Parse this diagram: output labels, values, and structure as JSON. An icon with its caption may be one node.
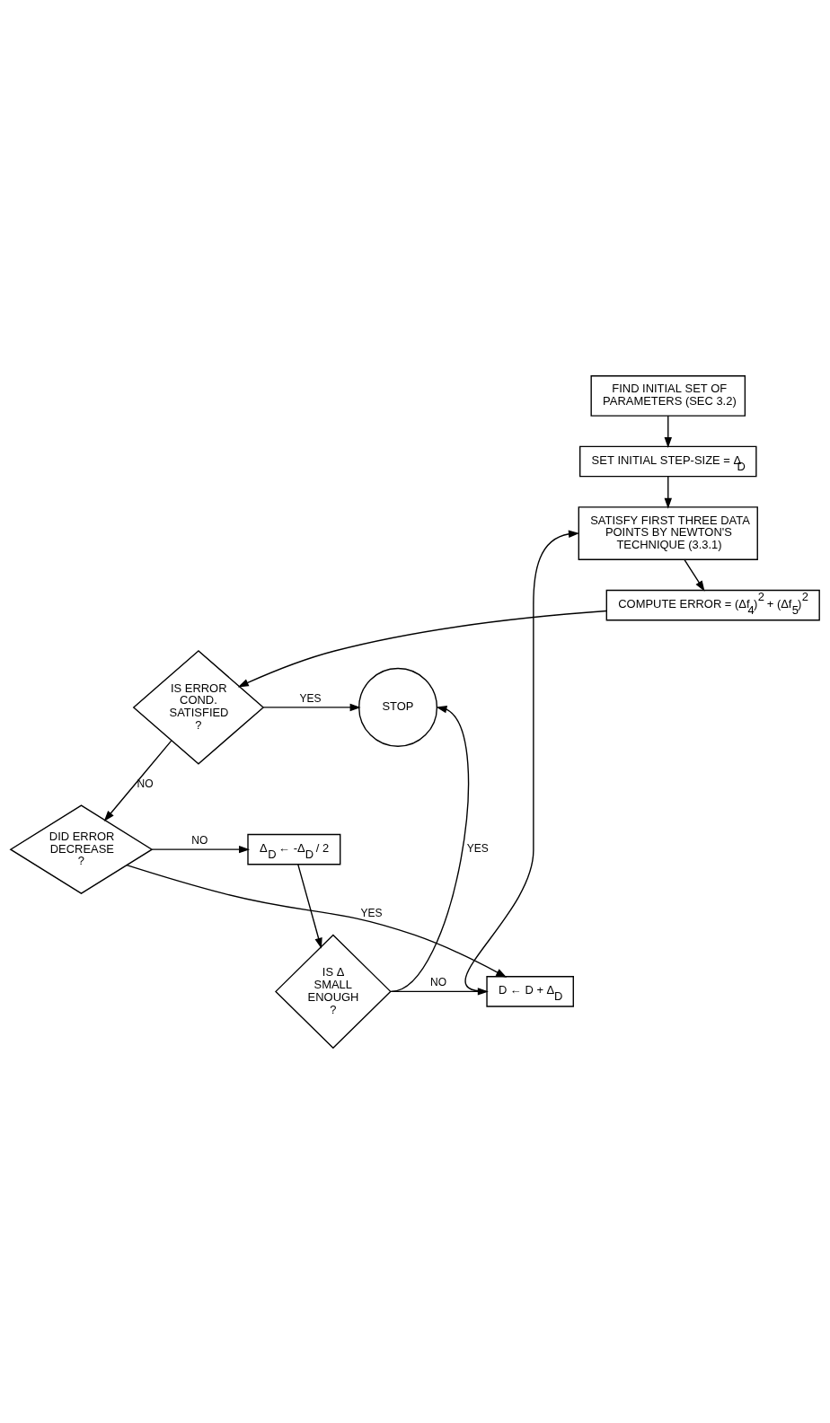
{
  "diagram": {
    "nodes": [
      {
        "text": [
          "FIND INITIAL SET OF PARAMETERS (SEC 3.2)"
        ]
      },
      {
        "text": [
          "SET INITIAL STEP-SIZE = Δ$_{D}$"
        ]
      },
      {
        "text": [
          "SATISFY FIRST THREE DATA POINTS BY NEWTON'S TECHNIQUE (3.3.1)"
        ]
      },
      {
        "text": [
          "COMPUTE ERROR = (Δf$_{4}$)$^{2}$ + (Δf$_{5}$)$^{2}$"
        ]
      },
      {
        "text": [
          "IS ERROR COND. SATISFIED ?"
        ]
      },
      {
        "text": [
          "STOP"
        ]
      },
      {
        "text": [
          "DID ERROR DECREASE ?"
        ]
      },
      {
        "text": [
          "Δ$_{D}$ ← -Δ$_{D}$ / 2"
        ]
      },
      {
        "text": [
          "IS Δ SMALL ENOUGH ?"
        ]
      },
      {
        "text": [
          "D ← D + Δ$_{D}$"
        ]
      }
    ],
    "edges": [
      {
        "from": 0,
        "to": 1,
        "arrow": "to"
      },
      {
        "from": 1,
        "to": 2,
        "arrow": "to"
      },
      {
        "from": 2,
        "to": 3,
        "arrow": "to"
      },
      {
        "from": 3,
        "to": 4,
        "arrow": "to"
      },
      {
        "from": 4,
        "to": 5,
        "arrow": "to",
        "label": "YES"
      },
      {
        "from": 4,
        "to": 6,
        "arrow": "to",
        "label": "NO"
      },
      {
        "from": 6,
        "to": 7,
        "arrow": "to",
        "label": "NO"
      },
      {
        "from": 6,
        "to": 9,
        "arrow": "to",
        "label": "YES"
      },
      {
        "from": 7,
        "to": 8,
        "arrow": "to"
      },
      {
        "from": 8,
        "to": 9,
        "arrow": "to",
        "label": "NO"
      },
      {
        "from": 8,
        "to": 5,
        "arrow": "to",
        "label": "YES"
      },
      {
        "from": 9,
        "to": 2,
        "arrow": "to"
      }
    ]
  }
}
